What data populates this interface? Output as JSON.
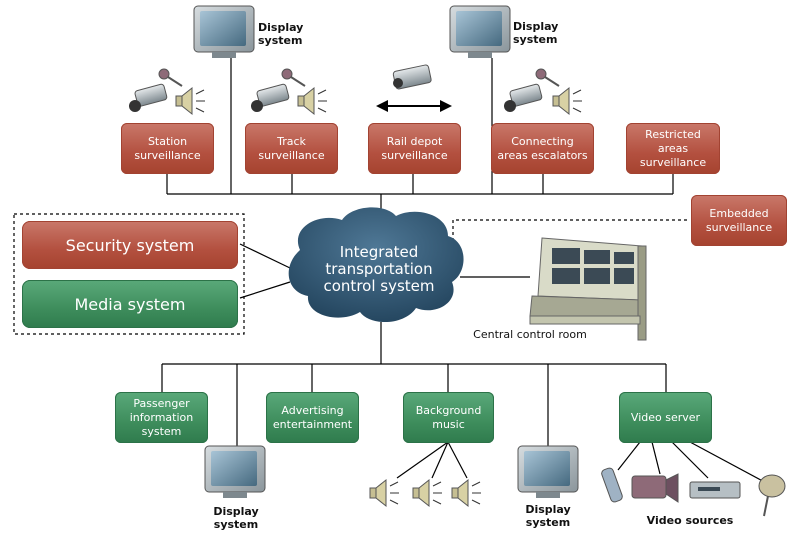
{
  "top_monitors": [
    {
      "label": "Display system"
    },
    {
      "label": "Display system"
    }
  ],
  "top_boxes": [
    {
      "label": "Station surveillance"
    },
    {
      "label": "Track surveillance"
    },
    {
      "label": "Rail depot surveillance"
    },
    {
      "label": "Connecting areas escalators"
    },
    {
      "label": "Restricted areas surveillance"
    }
  ],
  "embedded": {
    "label": "Embedded surveillance"
  },
  "left_group": {
    "security": "Security system",
    "media": "Media system"
  },
  "hub": {
    "label": "Integrated transportation control system"
  },
  "control_room": {
    "label": "Central control room"
  },
  "bottom_boxes": [
    {
      "label": "Passenger information system"
    },
    {
      "label": "Advertising entertainment"
    },
    {
      "label": "Background music"
    },
    {
      "label": "Video server"
    }
  ],
  "bottom_monitors": [
    {
      "label": "Display system"
    },
    {
      "label": "Display system"
    }
  ],
  "video_sources": {
    "label": "Video sources"
  },
  "colors": {
    "red_box": "#b3503f",
    "green_box": "#3e8d5c",
    "cloud": "#2c4f6a",
    "line": "#000000"
  }
}
